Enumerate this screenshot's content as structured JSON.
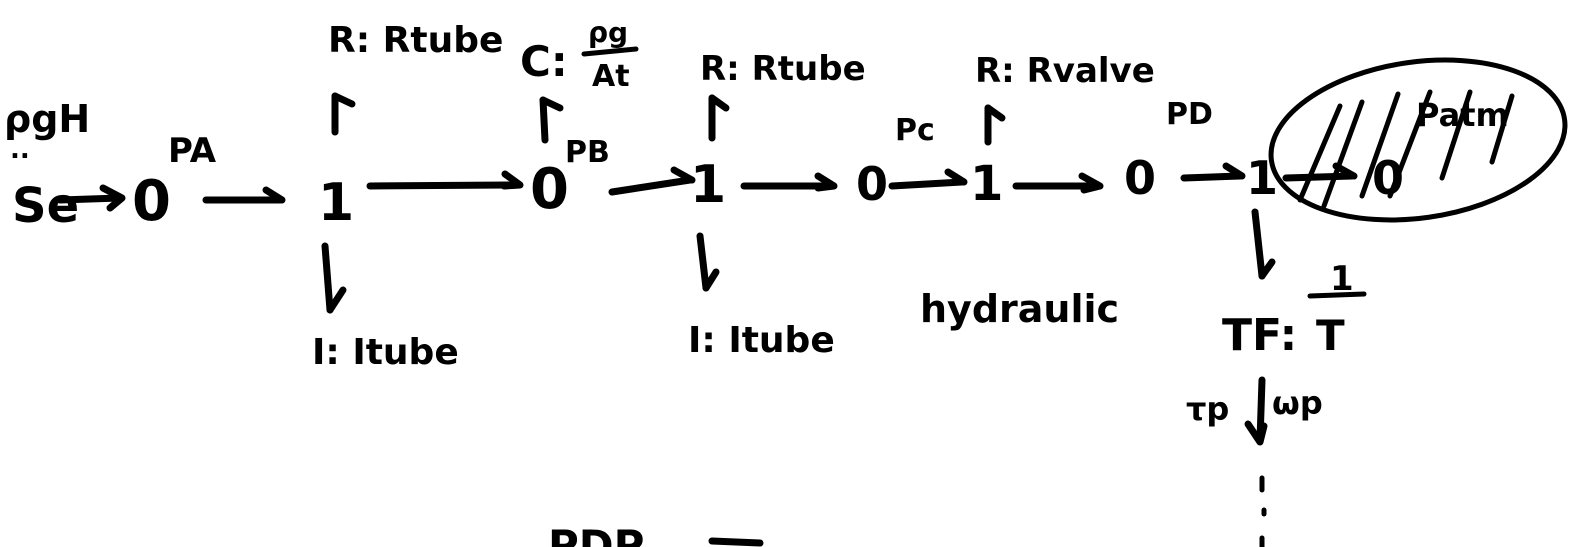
{
  "source": {
    "label_top": "ρgH",
    "dots": "..",
    "name": "Se"
  },
  "junctions": {
    "j0a": "0",
    "j1a": "1",
    "j0b": "0",
    "j1b": "1",
    "j0c": "0",
    "j1c": "1",
    "j0d": "0",
    "j1d": "1",
    "j0e": "0"
  },
  "pressure_labels": {
    "pa": "PA",
    "pb": "PB",
    "pc": "Pc",
    "pd": "PD",
    "patm": "Patm"
  },
  "elements": {
    "r_tube_1": "R: Rtube",
    "c_tank_prefix": "C:",
    "c_tank_num": "ρg",
    "c_tank_den": "At",
    "r_tube_2": "R: Rtube",
    "r_valve": "R: Rvalve",
    "i_tube_1": "I: Itube",
    "i_tube_2": "I: Itube",
    "tf_prefix": "TF:",
    "tf_num": "1",
    "tf_den": "T"
  },
  "annotations": {
    "hydraulic": "hydraulic",
    "tau": "τp",
    "omega": "ωp",
    "bottom_partial": "PDP"
  }
}
